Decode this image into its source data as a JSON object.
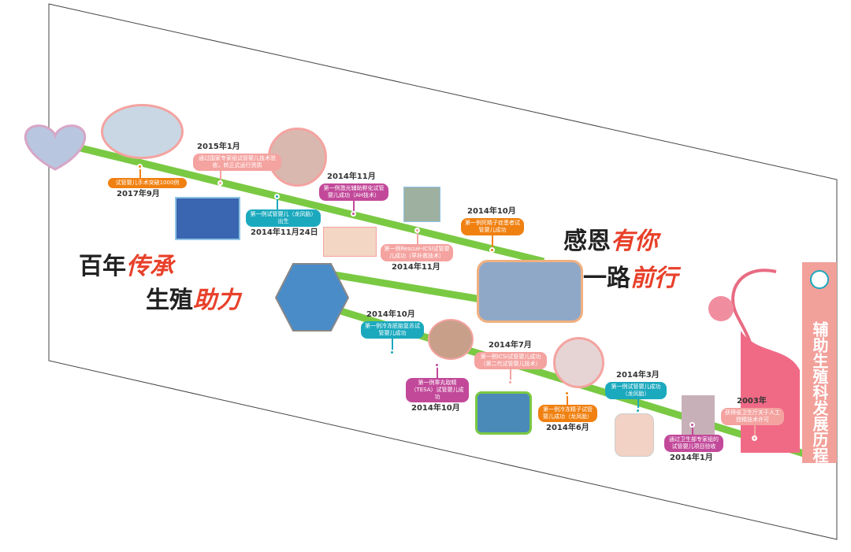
{
  "colors": {
    "green": "#7ac943",
    "orange": "#f08010",
    "pink": "#f4a3a0",
    "teal": "#1ba9be",
    "magenta": "#c2499a",
    "accent_red": "#e8402a",
    "banner": "#f2a09a"
  },
  "slogans": {
    "left_line1": {
      "black": "百年",
      "red": "传承"
    },
    "left_line2": {
      "black": "生殖",
      "red": "助力"
    },
    "right_line1": {
      "black": "感恩",
      "red": "有你"
    },
    "right_line2": {
      "black": "一路",
      "red": "前行"
    }
  },
  "banner": {
    "title": "辅助生殖科发展历程",
    "logo": "hospital-logo-icon"
  },
  "events": [
    {
      "date": "2017年9月",
      "text": "试管婴儿手术突破1000例",
      "color": "orange"
    },
    {
      "date": "2015年1月",
      "text": "通过国家专家组试管婴儿技术验收，转正式运行资质",
      "color": "pink"
    },
    {
      "date": "2014年11月24日",
      "text": "第一例试管婴儿（龙凤胎）出生",
      "color": "teal"
    },
    {
      "date": "2014年11月",
      "text": "第一例激光辅助孵化试管婴儿成功（AH技术）",
      "color": "magenta"
    },
    {
      "date": "2014年11月",
      "text": "第一例Rescue-ICSI试管婴儿成功（早补救技术）",
      "color": "pink"
    },
    {
      "date": "2014年10月",
      "text": "第一例死精子症患者试管婴儿成功",
      "color": "orange"
    },
    {
      "date": "2014年10月",
      "text": "第一例冷冻胚胎复苏试管婴儿成功",
      "color": "teal"
    },
    {
      "date": "2014年10月",
      "text": "第一例睾丸取精（TESA）试管婴儿成功",
      "color": "magenta"
    },
    {
      "date": "2014年7月",
      "text": "第一例ICSI试管婴儿成功（第二代试管婴儿技术）",
      "color": "pink"
    },
    {
      "date": "2014年6月",
      "text": "第一例冷冻精子试管婴儿成功（龙凤胎）",
      "color": "orange"
    },
    {
      "date": "2014年3月",
      "text": "第一例试管婴儿成功（龙凤胎）",
      "color": "teal"
    },
    {
      "date": "2014年1月",
      "text": "通过卫生部专家组的试管婴儿项目验收",
      "color": "magenta"
    },
    {
      "date": "2003年",
      "text": "获得省卫生厅关于人工授精技术许可",
      "color": "pink"
    }
  ]
}
